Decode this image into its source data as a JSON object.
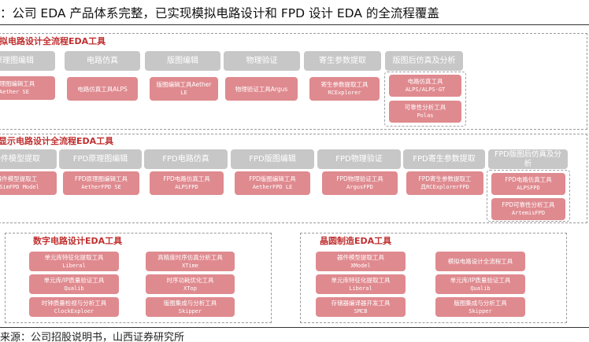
{
  "title": "：公司 EDA 产品体系完整，已实现模拟电路设计和 FPD 设计 EDA 的全流程覆盖",
  "source": "来源：公司招股说明书，山西证券研究所",
  "analog": {
    "title": "模拟电路设计全流程EDA工具",
    "headers": [
      "原理图编辑",
      "电路仿真",
      "版图编辑",
      "物理验证",
      "寄生参数提取",
      "版图后仿真及分析"
    ],
    "tools": [
      {
        "name": "原理图编辑工具",
        "en": "Aether SE"
      },
      {
        "name": "电路仿真工具ALPS",
        "en": ""
      },
      {
        "name": "版图编辑工具Aether",
        "en": "LE"
      },
      {
        "name": "物理验证工具Argus",
        "en": ""
      },
      {
        "name": "寄生参数提取工具",
        "en": "RCExplorer"
      },
      {
        "name": "电路仿真工具",
        "en": "ALPS/ALPS-GT"
      },
      {
        "name": "可靠性分析工具",
        "en": "Polas"
      }
    ]
  },
  "fpd": {
    "title": "平板显示电路设计全流程EDA工具",
    "headers": [
      "器件模型提取",
      "FPD原理图编辑",
      "FPD电路仿真",
      "FPD版图编辑",
      "FPD物理验证",
      "FPD寄生参数提取",
      "FPD版图后仿真及分析"
    ],
    "tools": [
      {
        "name": "器件模型提取工",
        "en": "具SimFPD Model"
      },
      {
        "name": "FPD原理图编辑工具",
        "en": "AetherFPD SE"
      },
      {
        "name": "FPD电路仿真工具",
        "en": "ALPSFPD"
      },
      {
        "name": "FPD版图编辑工具",
        "en": "AetherFPD LE"
      },
      {
        "name": "FPD物理验证工具",
        "en": "ArgusFPD"
      },
      {
        "name": "FPD寄生参数提取工",
        "en": "具RCExplorerFPD"
      },
      {
        "name": "FPD电路仿真工具",
        "en": "ALPSFPD"
      },
      {
        "name": "FPD可靠性分析工具",
        "en": "ArtemisFPD"
      }
    ]
  },
  "digital": {
    "title": "数字电路设计EDA工具",
    "tools": [
      {
        "name": "单元库特征化提取工具",
        "en": "Liberal"
      },
      {
        "name": "高精度时序仿真分析工具",
        "en": "XTime"
      },
      {
        "name": "单元库/IP质量验证工具",
        "en": "Qualib"
      },
      {
        "name": "时序功耗优化工具",
        "en": "XTop"
      },
      {
        "name": "时钟质量检视与分析工具",
        "en": "ClockExploer"
      },
      {
        "name": "版图集成与分析工具",
        "en": "Skipper"
      }
    ]
  },
  "wafer": {
    "title": "晶圆制造EDA工具",
    "tools": [
      {
        "name": "器件模型提取工具",
        "en": "XModel"
      },
      {
        "name": "模拟电路设计全流程工具",
        "en": ""
      },
      {
        "name": "单元库特征化提取工具",
        "en": "Liberal"
      },
      {
        "name": "单元库/IP质量验证工具",
        "en": "Qualib"
      },
      {
        "name": "存储器编译器开发工具",
        "en": "SMCB"
      },
      {
        "name": "版图集成与分析工具",
        "en": "Skipper"
      }
    ]
  }
}
